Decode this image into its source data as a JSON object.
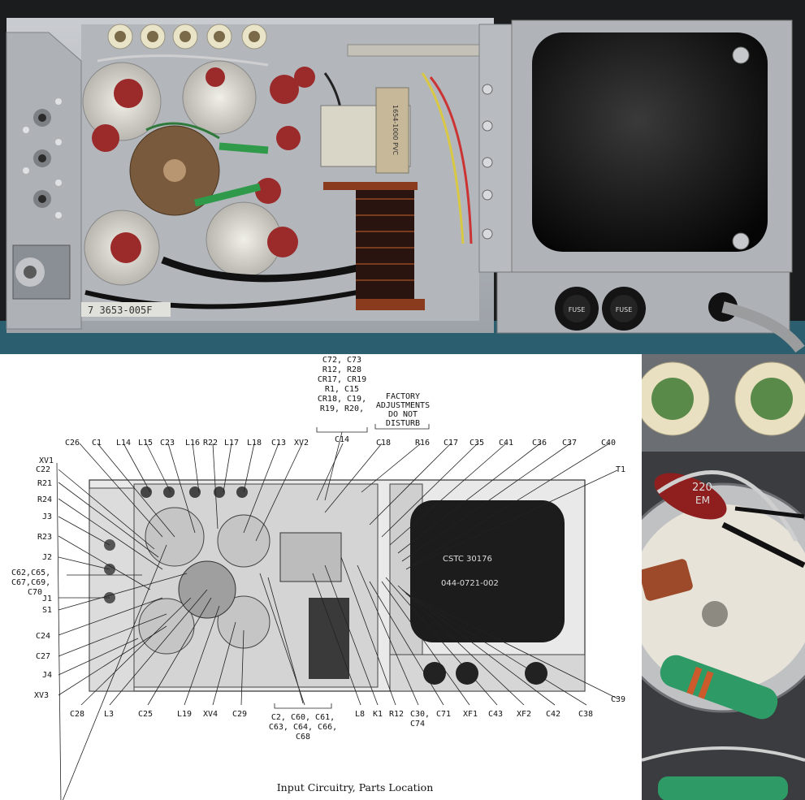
{
  "caption": "Input Circuitry, Parts Location",
  "top_photo": {
    "sticker_text": "7 3653-005F",
    "part_text": "1654-1000 PVC",
    "fuse_text": "FUSE"
  },
  "side_photo": {
    "resistor_text": "220",
    "resistor_mark": "EM"
  },
  "diagram": {
    "transformer_label_1": "CSTC 30176",
    "transformer_label_2": "044-0721-002",
    "bracket_top": {
      "lines": [
        "C72, C73",
        "R12, R28",
        "CR17, CR19",
        "R1, C15",
        "CR18, C19,",
        "R19, R20,",
        "C14"
      ]
    },
    "factory_note": {
      "lines": [
        "FACTORY",
        "ADJUSTMENTS",
        "DO NOT",
        "DISTURB"
      ]
    },
    "bracket_bottom": {
      "lines": [
        "C2, C60, C61,",
        "C63, C64, C66,",
        "C68"
      ]
    },
    "labels": [
      {
        "id": "XV1",
        "text": "XV1"
      },
      {
        "id": "C26",
        "text": "C26"
      },
      {
        "id": "C1",
        "text": "C1"
      },
      {
        "id": "L14",
        "text": "L14"
      },
      {
        "id": "L15",
        "text": "L15"
      },
      {
        "id": "C23",
        "text": "C23"
      },
      {
        "id": "L16",
        "text": "L16"
      },
      {
        "id": "R22",
        "text": "R22"
      },
      {
        "id": "L17",
        "text": "L17"
      },
      {
        "id": "L18",
        "text": "L18"
      },
      {
        "id": "C13",
        "text": "C13"
      },
      {
        "id": "XV2",
        "text": "XV2"
      },
      {
        "id": "C18",
        "text": "C18"
      },
      {
        "id": "R16",
        "text": "R16"
      },
      {
        "id": "C17",
        "text": "C17"
      },
      {
        "id": "C35",
        "text": "C35"
      },
      {
        "id": "C41",
        "text": "C41"
      },
      {
        "id": "C36",
        "text": "C36"
      },
      {
        "id": "C37",
        "text": "C37"
      },
      {
        "id": "C40",
        "text": "C40"
      },
      {
        "id": "T1",
        "text": "T1"
      },
      {
        "id": "C22",
        "text": "C22"
      },
      {
        "id": "R21",
        "text": "R21"
      },
      {
        "id": "R24",
        "text": "R24"
      },
      {
        "id": "J3",
        "text": "J3"
      },
      {
        "id": "R23",
        "text": "R23"
      },
      {
        "id": "J2",
        "text": "J2"
      },
      {
        "id": "C62",
        "text": "C62,C65,"
      },
      {
        "id": "C67",
        "text": "C67,C69,"
      },
      {
        "id": "C70",
        "text": "C70"
      },
      {
        "id": "J1",
        "text": "J1"
      },
      {
        "id": "S1",
        "text": "S1"
      },
      {
        "id": "C24",
        "text": "C24"
      },
      {
        "id": "C27",
        "text": "C27"
      },
      {
        "id": "J4",
        "text": "J4"
      },
      {
        "id": "XV3",
        "text": "XV3"
      },
      {
        "id": "C28",
        "text": "C28"
      },
      {
        "id": "L3",
        "text": "L3"
      },
      {
        "id": "C25",
        "text": "C25"
      },
      {
        "id": "L19",
        "text": "L19"
      },
      {
        "id": "XV4",
        "text": "XV4"
      },
      {
        "id": "C29",
        "text": "C29"
      },
      {
        "id": "L8",
        "text": "L8"
      },
      {
        "id": "K1",
        "text": "K1"
      },
      {
        "id": "R12",
        "text": "R12"
      },
      {
        "id": "C30",
        "text": "C30,"
      },
      {
        "id": "C74",
        "text": "C74"
      },
      {
        "id": "C71",
        "text": "C71"
      },
      {
        "id": "XF1",
        "text": "XF1"
      },
      {
        "id": "C43",
        "text": "C43"
      },
      {
        "id": "XF2",
        "text": "XF2"
      },
      {
        "id": "C42",
        "text": "C42"
      },
      {
        "id": "C38",
        "text": "C38"
      },
      {
        "id": "C39",
        "text": "C39"
      }
    ]
  }
}
